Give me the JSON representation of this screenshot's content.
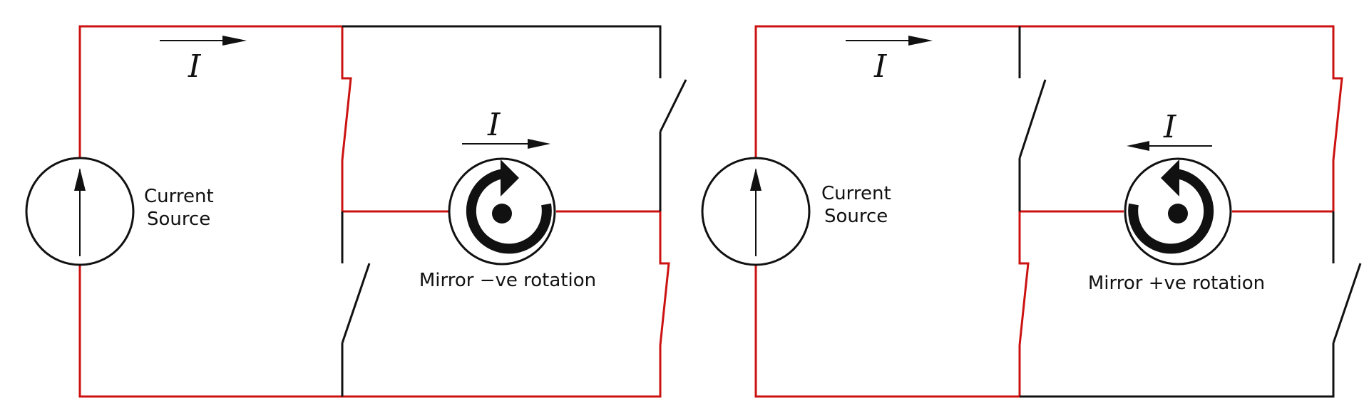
{
  "diagrams": [
    {
      "source_label_line1": "Current",
      "source_label_line2": "Source",
      "current_symbol_top": "I",
      "current_symbol_mirror": "I",
      "mirror_label": "Mirror −ve rotation"
    },
    {
      "source_label_line1": "Current",
      "source_label_line2": "Source",
      "current_symbol_top": "I",
      "current_symbol_mirror": "I",
      "mirror_label": "Mirror +ve rotation"
    }
  ],
  "colors": {
    "active_path": "#cc1111",
    "inactive_path": "#111111"
  }
}
